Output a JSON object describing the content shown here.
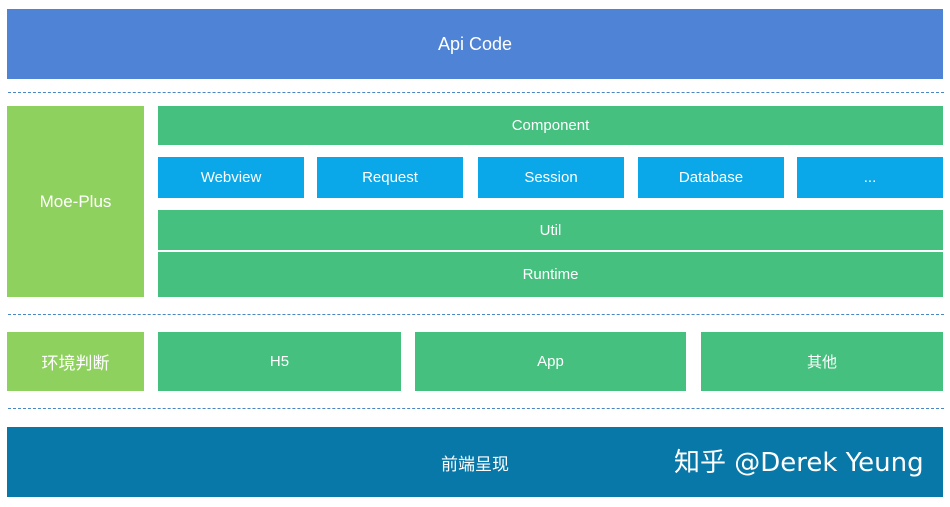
{
  "layers": {
    "api": "Api Code",
    "moe_plus": "Moe-Plus",
    "component": "Component",
    "modules": [
      "Webview",
      "Request",
      "Session",
      "Database",
      "..."
    ],
    "util": "Util",
    "runtime": "Runtime",
    "env_detect": "环境判断",
    "env_targets": [
      "H5",
      "App",
      "其他"
    ],
    "frontend": "前端呈现"
  },
  "watermark": "知乎 @Derek Yeung",
  "colors": {
    "api": "#4e83d6",
    "light_green": "#8fd15e",
    "green": "#45c07e",
    "module_blue": "#0aa8e8",
    "frontend": "#0878a8",
    "dash": "#4a86c5"
  }
}
